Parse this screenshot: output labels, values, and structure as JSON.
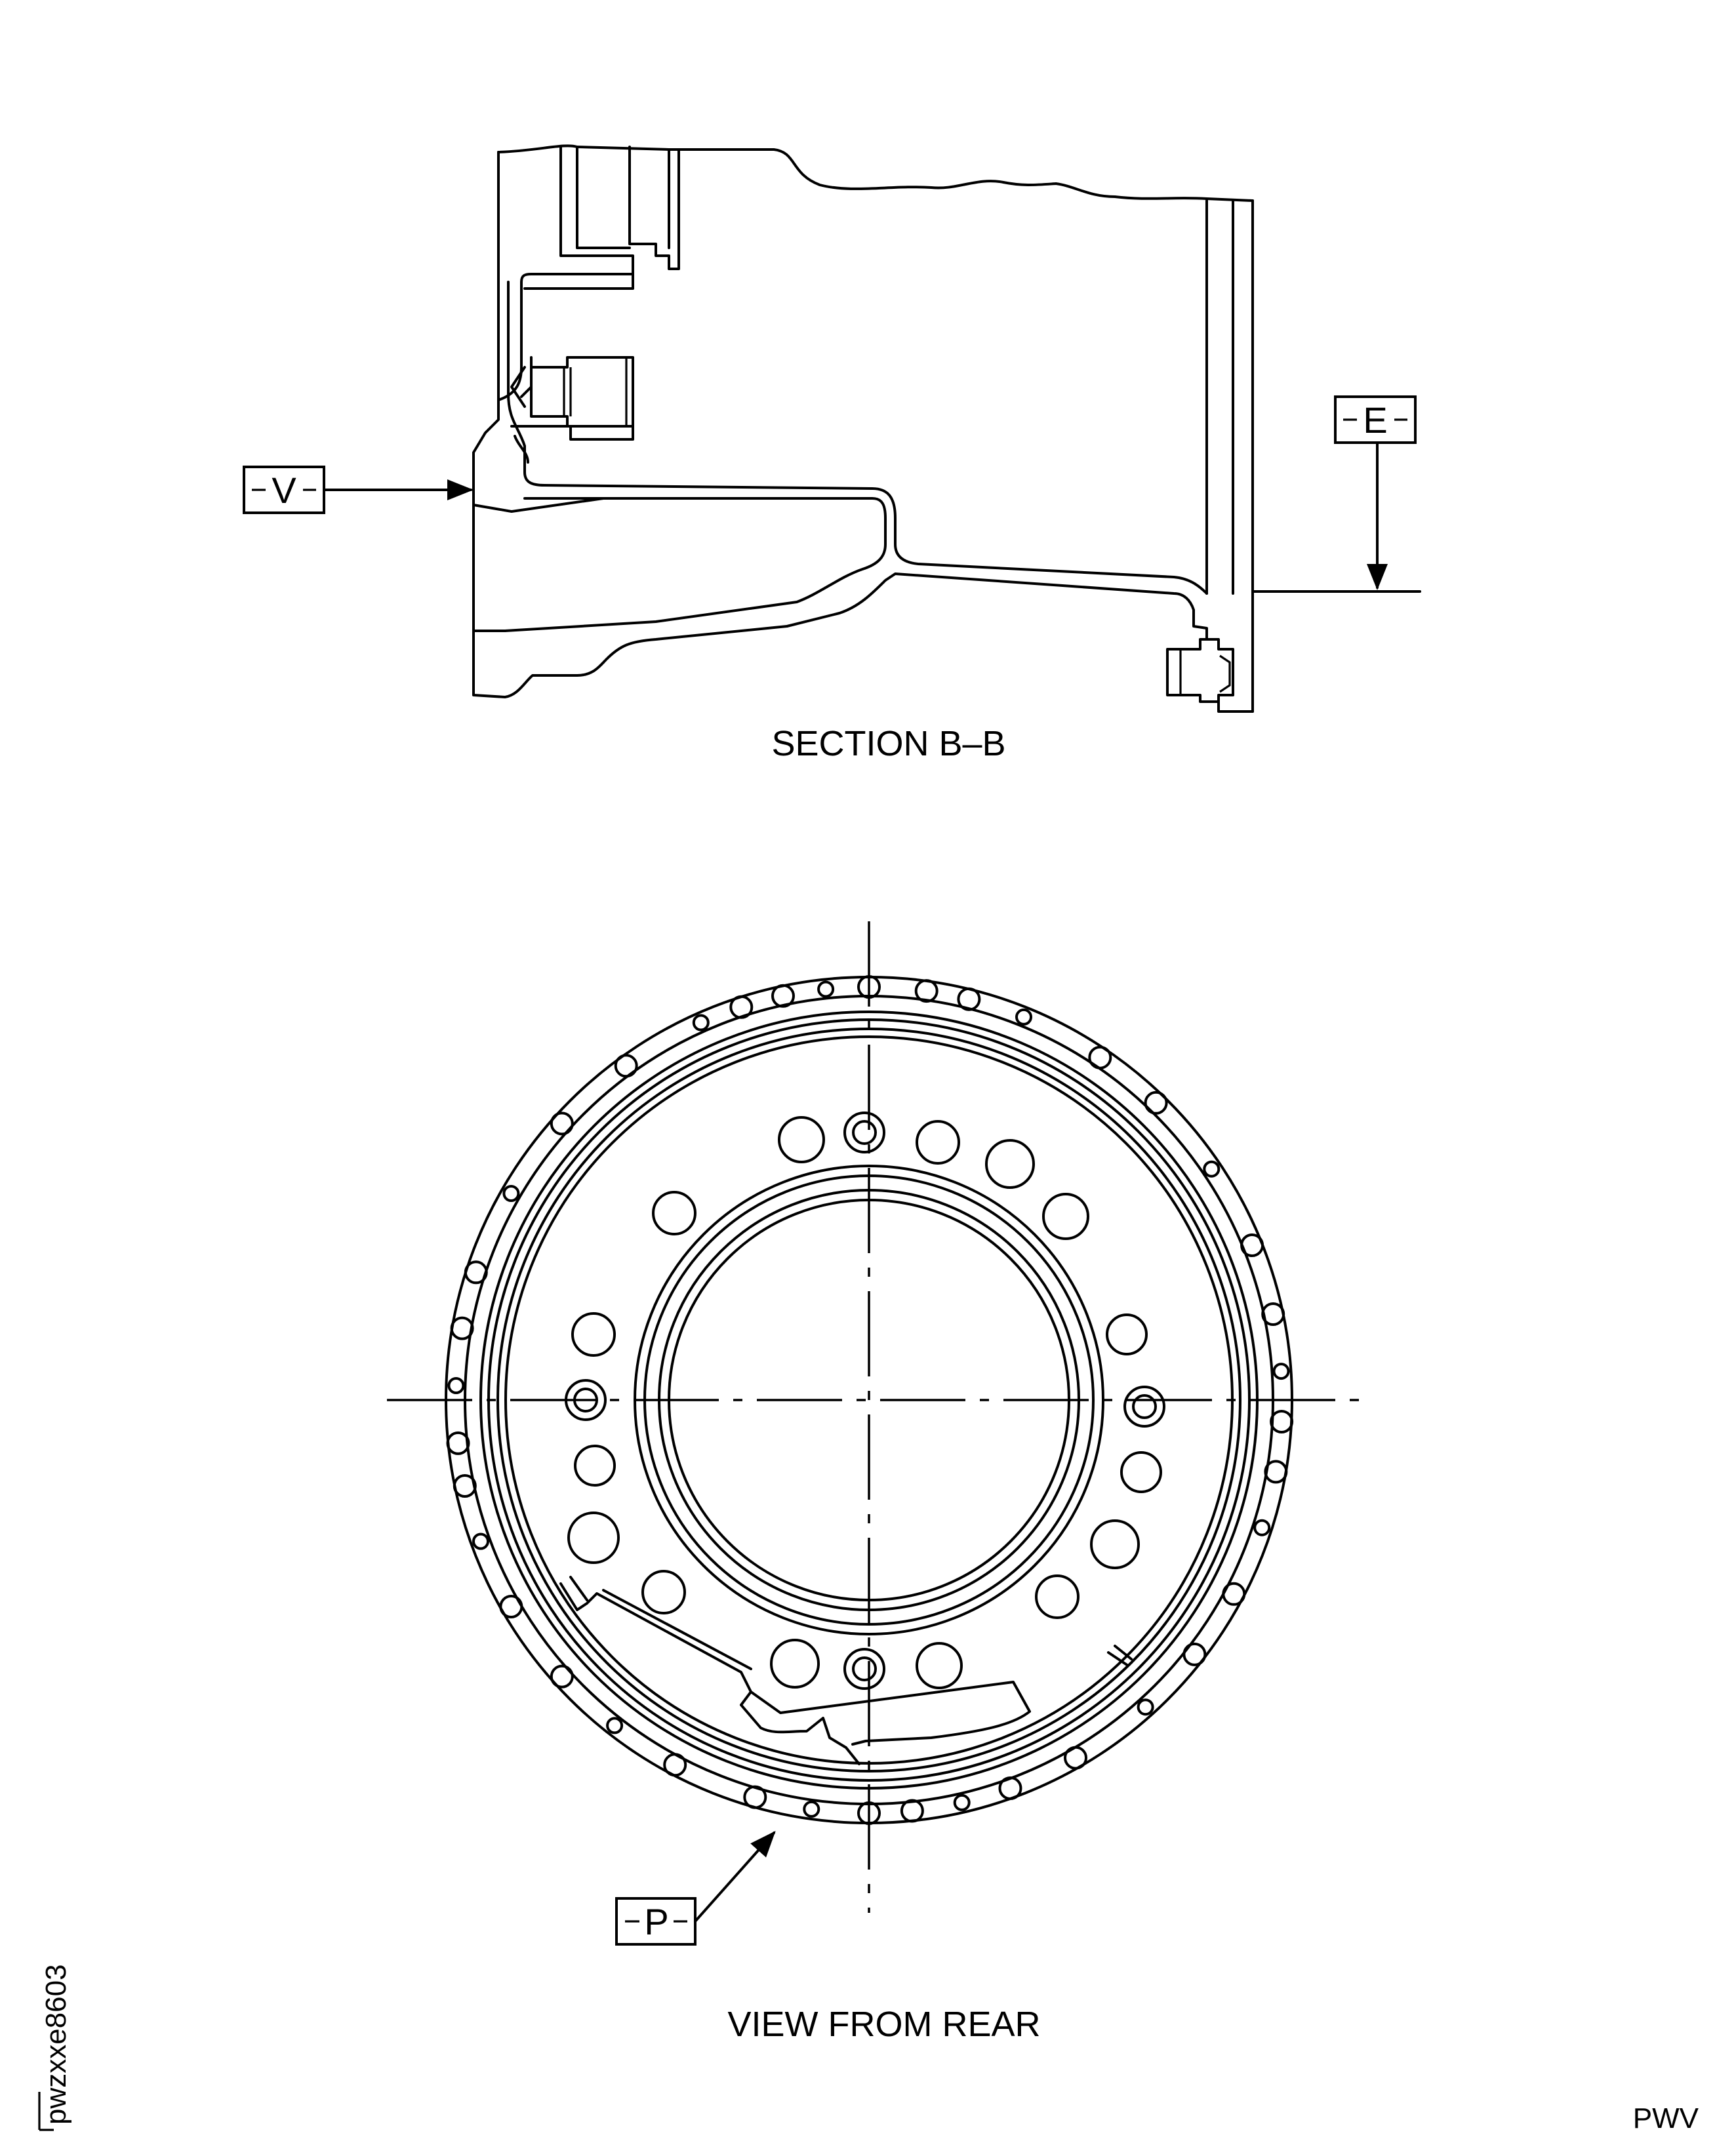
{
  "section_view": {
    "caption": "SECTION B–B",
    "datum_v": "V",
    "datum_e": "E"
  },
  "rear_view": {
    "caption": "VIEW FROM REAR",
    "datum_p": "P"
  },
  "drawing_id": "pwzxxe8603",
  "corner_code": "PWV"
}
